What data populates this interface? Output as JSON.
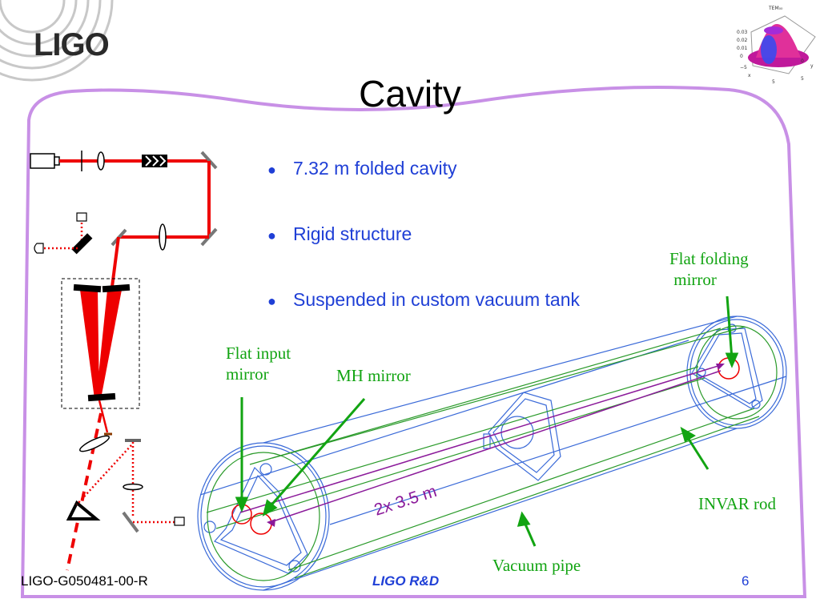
{
  "header": {
    "logo": "LIGO",
    "title": "Cavity"
  },
  "bullets": [
    "7.32 m folded cavity",
    "Rigid structure",
    "Suspended in custom vacuum tank"
  ],
  "diagram": {
    "length_label": "2x 3.5 m",
    "labels": {
      "flat_folding_line1": "Flat folding",
      "flat_folding_line2": "mirror",
      "flat_input_line1": "Flat input",
      "flat_input_line2": "mirror",
      "mh_mirror": "MH mirror",
      "invar_rod": "INVAR rod",
      "vacuum_pipe": "Vacuum pipe"
    },
    "plot_thumbnail_title": "TEM00"
  },
  "footer": {
    "doc_id": "LIGO-G050481-00-R",
    "center": "LIGO R&D",
    "page": "6"
  },
  "colors": {
    "accent_blue": "#1f3fd6",
    "label_green": "#12a412",
    "frame_lavender": "#c890e6",
    "beam_red": "#ee0000",
    "arrow_purple": "#8b1a9a"
  }
}
